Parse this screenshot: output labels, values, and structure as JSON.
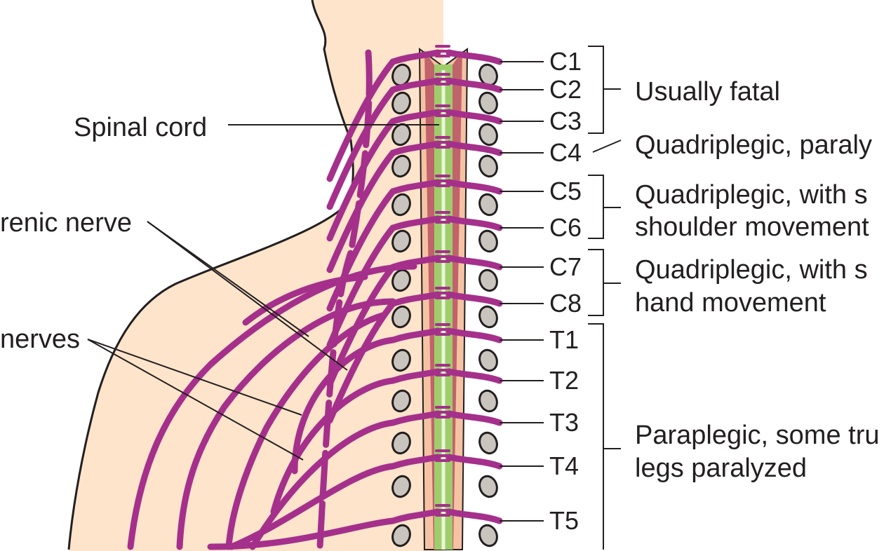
{
  "colors": {
    "skin": "#fde4cb",
    "nerve": "#a5308b",
    "cord": "#9fcd6b",
    "bone": "#f5c3a3",
    "muscle": "#c0636a",
    "vertebra": "#c9c4bd"
  },
  "left_labels": {
    "spinal_cord": "Spinal cord",
    "phrenic_nerve": "renic nerve",
    "nerves": "nerves"
  },
  "levels": [
    {
      "label": "C1"
    },
    {
      "label": "C2"
    },
    {
      "label": "C3"
    },
    {
      "label": "C4"
    },
    {
      "label": "C5"
    },
    {
      "label": "C6"
    },
    {
      "label": "C7"
    },
    {
      "label": "C8"
    },
    {
      "label": "T1"
    },
    {
      "label": "T2"
    },
    {
      "label": "T3"
    },
    {
      "label": "T4"
    },
    {
      "label": "T5"
    }
  ],
  "outcomes": {
    "c1_c3": "Usually fatal",
    "c4": "Quadriplegic, paraly",
    "c5_c6_line1": "Quadriplegic, with s",
    "c5_c6_line2": "shoulder movement",
    "c7_c8_line1": "Quadriplegic, with s",
    "c7_c8_line2": "hand movement",
    "thoracic_line1": "Paraplegic, some tru",
    "thoracic_line2": "legs paralyzed"
  }
}
